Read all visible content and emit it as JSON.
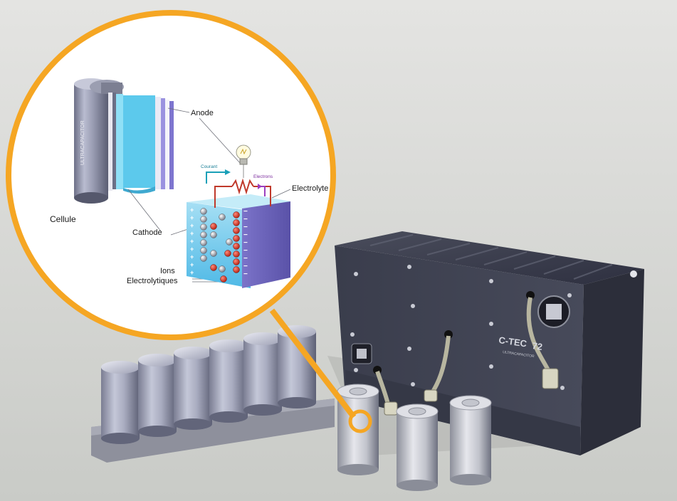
{
  "labels": {
    "anode": "Anode",
    "electrolyte": "Electrolyte",
    "cellule": "Cellule",
    "cathode": "Cathode",
    "ions_line1": "Ions",
    "ions_line2": "Electrolytiques",
    "current": "Courant",
    "electrons": "Electrons",
    "cell_side_text": "ULTRACAPACITOR"
  },
  "module": {
    "brand": "C-TEC",
    "model": "72",
    "subtitle": "ULTRACAPACITOR"
  },
  "colors": {
    "highlight_ring": "#f5a623",
    "current_arrow": "#1aa0b8",
    "electron_arrow": "#9b3fbf",
    "resistor": "#c0392b",
    "electrolyte_blue": "#5bc8ea",
    "separator_purple": "#8a7fd6",
    "module_body": "#3e4150"
  },
  "icons": {
    "bulb": "light-bulb-icon",
    "plus_ion": "positive-ion",
    "minus_ion": "negative-ion"
  }
}
